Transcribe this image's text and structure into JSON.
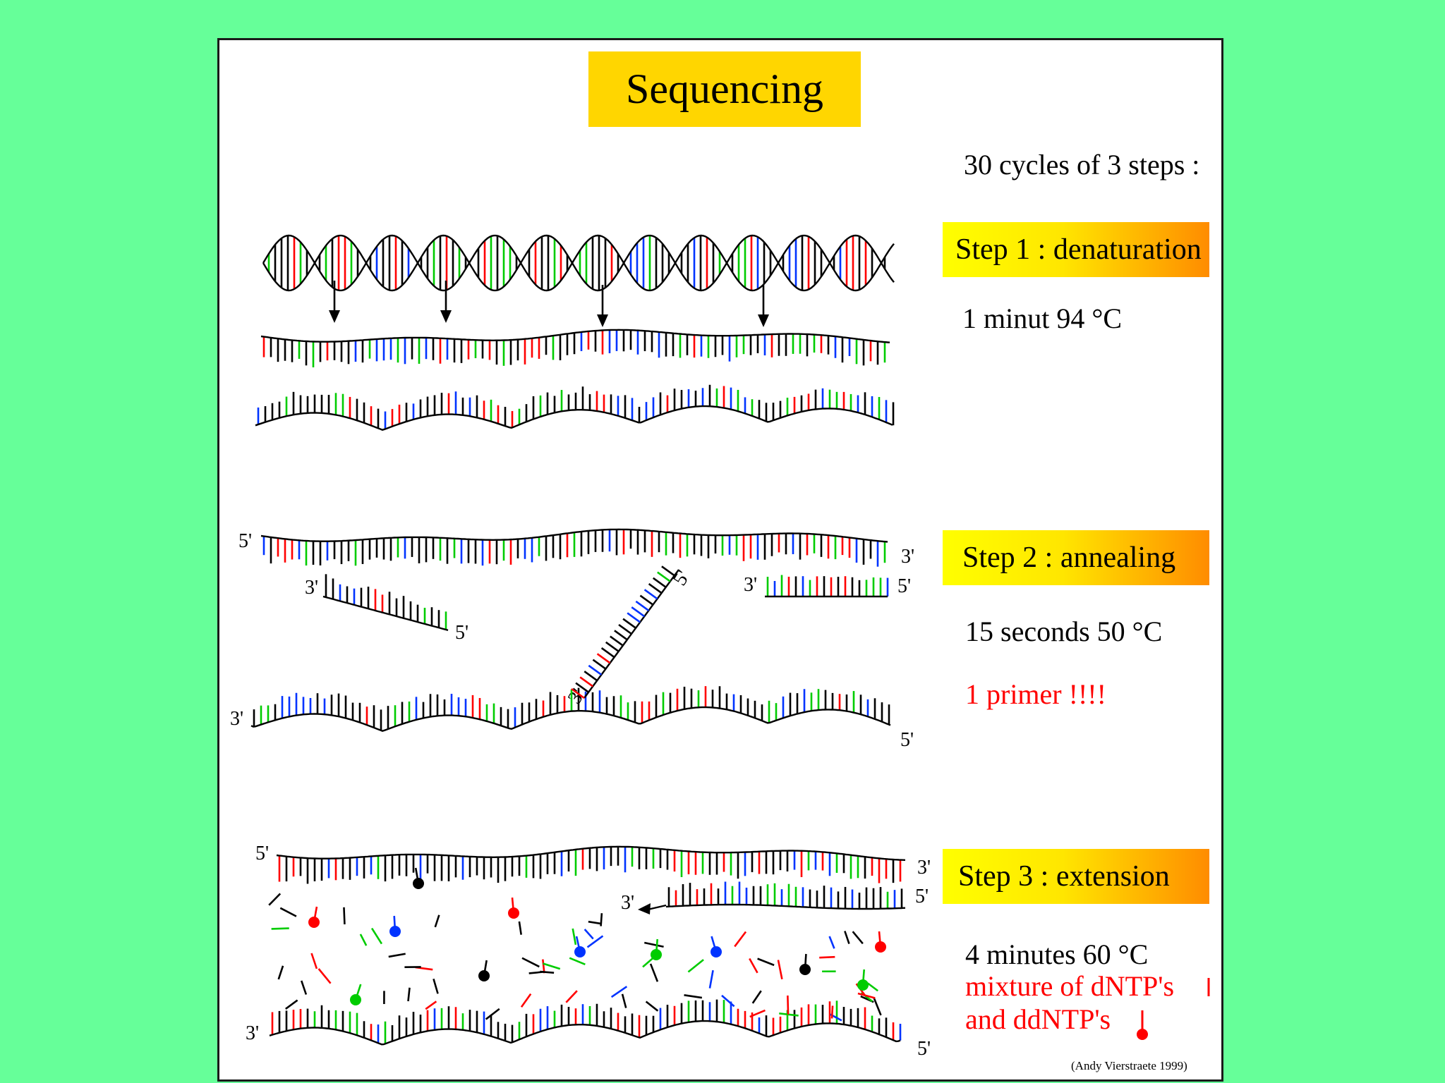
{
  "title": "Sequencing",
  "cycles_text": "30 cycles of 3 steps :",
  "steps": [
    {
      "label": "Step 1 : denaturation",
      "condition": "1 minut 94 °C"
    },
    {
      "label": "Step 2 : annealing",
      "condition": "15 seconds 50 °C",
      "note": "1 primer !!!!"
    },
    {
      "label": "Step 3 : extension",
      "condition": "4 minutes 60 °C",
      "note_line1": "mixture of dNTP's",
      "note_line2": "and ddNTP's"
    }
  ],
  "end_labels": {
    "five": "5'",
    "three": "3'"
  },
  "credit": "(Andy Vierstraete 1999)",
  "colors": {
    "background": "#66ff99",
    "title_box": "#ffd600",
    "base_black": "#000000",
    "base_red": "#ff0000",
    "base_green": "#00cc00",
    "base_blue": "#0033ff",
    "note_red": "#ff0000"
  }
}
